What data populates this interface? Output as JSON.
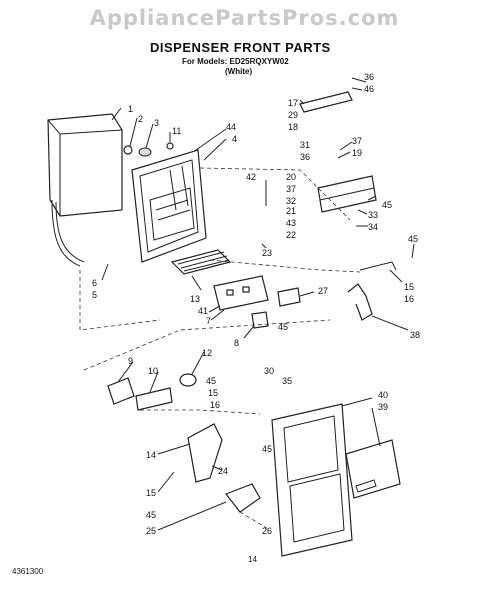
{
  "watermark": "AppliancePartsPros.com",
  "header": {
    "title": "DISPENSER FRONT PARTS",
    "models": "For Models: ED25RQXYW02",
    "color": "(White)"
  },
  "footer": {
    "doc_number": "4361300",
    "page_number": "14"
  },
  "callouts": [
    "36",
    "46",
    "17",
    "29",
    "18",
    "31",
    "36",
    "37",
    "19",
    "20",
    "37",
    "32",
    "33",
    "34",
    "42",
    "21",
    "43",
    "22",
    "23",
    "45",
    "45",
    "15",
    "16",
    "38",
    "1",
    "2",
    "3",
    "11",
    "44",
    "4",
    "6",
    "5",
    "13",
    "41",
    "7",
    "27",
    "45",
    "8",
    "30",
    "35",
    "9",
    "10",
    "12",
    "45",
    "15",
    "16",
    "45",
    "40",
    "39",
    "14",
    "24",
    "15",
    "45",
    "25",
    "26"
  ]
}
